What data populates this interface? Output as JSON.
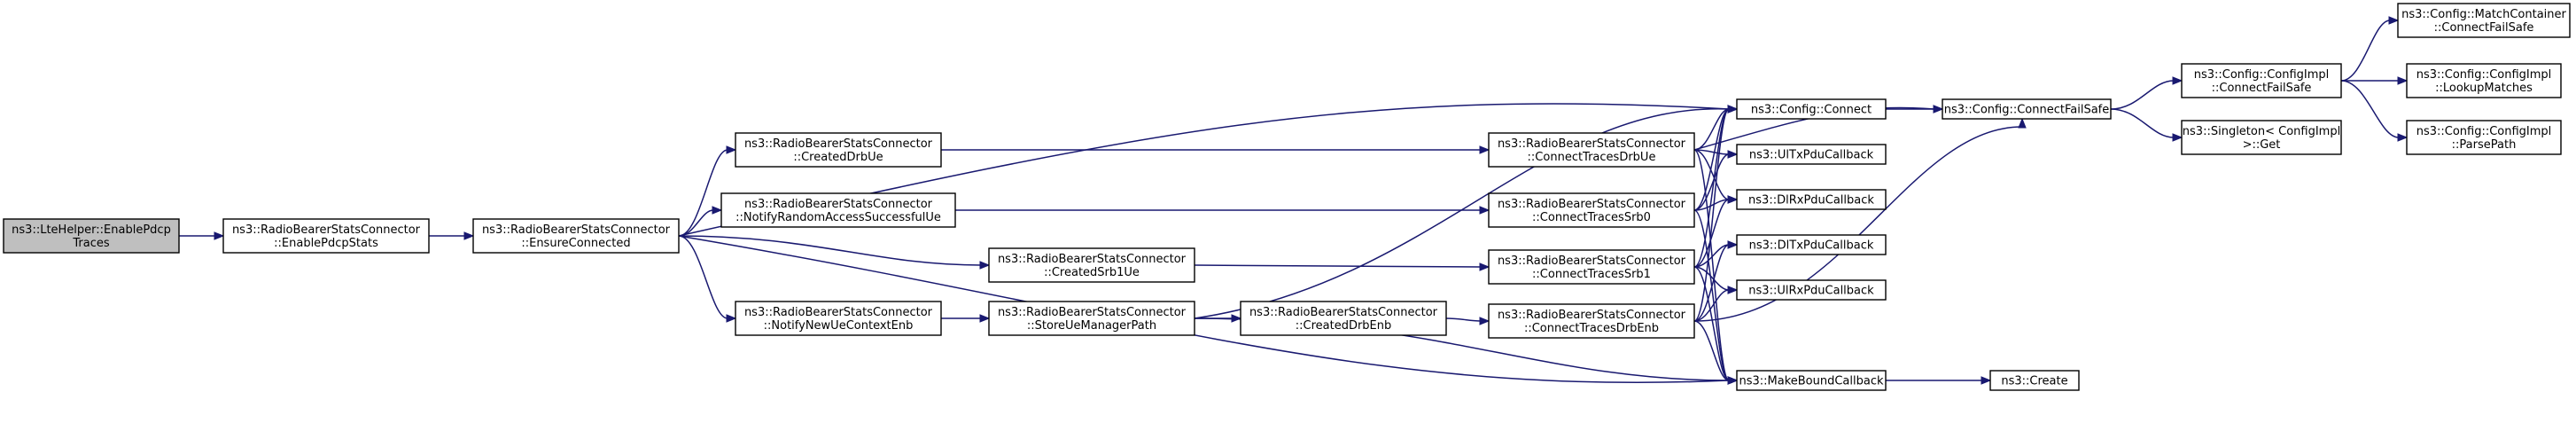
{
  "colors": {
    "root_fill": "#bfbfbf",
    "node_fill": "#ffffff",
    "border": "#000000",
    "edge": "#191970"
  },
  "nodes": [
    {
      "id": "n_enable_pdcp_traces",
      "lines": [
        "ns3::LteHelper::EnablePdcp",
        "Traces"
      ],
      "root": true
    },
    {
      "id": "n_enable_pdcp_stats",
      "lines": [
        "ns3::RadioBearerStatsConnector",
        "::EnablePdcpStats"
      ]
    },
    {
      "id": "n_ensure_connected",
      "lines": [
        "ns3::RadioBearerStatsConnector",
        "::EnsureConnected"
      ]
    },
    {
      "id": "n_created_drb_ue",
      "lines": [
        "ns3::RadioBearerStatsConnector",
        "::CreatedDrbUe"
      ]
    },
    {
      "id": "n_notify_rasu",
      "lines": [
        "ns3::RadioBearerStatsConnector",
        "::NotifyRandomAccessSuccessfulUe"
      ]
    },
    {
      "id": "n_notify_new_ue",
      "lines": [
        "ns3::RadioBearerStatsConnector",
        "::NotifyNewUeContextEnb"
      ]
    },
    {
      "id": "n_created_srb1_ue",
      "lines": [
        "ns3::RadioBearerStatsConnector",
        "::CreatedSrb1Ue"
      ]
    },
    {
      "id": "n_store_ue_manager",
      "lines": [
        "ns3::RadioBearerStatsConnector",
        "::StoreUeManagerPath"
      ]
    },
    {
      "id": "n_created_drb_enb",
      "lines": [
        "ns3::RadioBearerStatsConnector",
        "::CreatedDrbEnb"
      ]
    },
    {
      "id": "n_ct_drb_ue",
      "lines": [
        "ns3::RadioBearerStatsConnector",
        "::ConnectTracesDrbUe"
      ]
    },
    {
      "id": "n_ct_srb0",
      "lines": [
        "ns3::RadioBearerStatsConnector",
        "::ConnectTracesSrb0"
      ]
    },
    {
      "id": "n_ct_srb1",
      "lines": [
        "ns3::RadioBearerStatsConnector",
        "::ConnectTracesSrb1"
      ]
    },
    {
      "id": "n_ct_drb_enb",
      "lines": [
        "ns3::RadioBearerStatsConnector",
        "::ConnectTracesDrbEnb"
      ]
    },
    {
      "id": "n_config_connect",
      "lines": [
        "ns3::Config::Connect"
      ]
    },
    {
      "id": "n_ul_tx",
      "lines": [
        "ns3::UlTxPduCallback"
      ]
    },
    {
      "id": "n_dl_rx",
      "lines": [
        "ns3::DlRxPduCallback"
      ]
    },
    {
      "id": "n_dl_tx",
      "lines": [
        "ns3::DlTxPduCallback"
      ]
    },
    {
      "id": "n_ul_rx",
      "lines": [
        "ns3::UlRxPduCallback"
      ]
    },
    {
      "id": "n_make_bound",
      "lines": [
        "ns3::MakeBoundCallback"
      ]
    },
    {
      "id": "n_create",
      "lines": [
        "ns3::Create"
      ]
    },
    {
      "id": "n_connect_failsafe",
      "lines": [
        "ns3::Config::ConnectFailSafe"
      ]
    },
    {
      "id": "n_configimpl_failsafe",
      "lines": [
        "ns3::Config::ConfigImpl",
        "::ConnectFailSafe"
      ]
    },
    {
      "id": "n_singleton_get",
      "lines": [
        "ns3::Singleton< ConfigImpl",
        " >::Get"
      ]
    },
    {
      "id": "n_match_container",
      "lines": [
        "ns3::Config::MatchContainer",
        "::ConnectFailSafe"
      ]
    },
    {
      "id": "n_lookup_matches",
      "lines": [
        "ns3::Config::ConfigImpl",
        "::LookupMatches"
      ]
    },
    {
      "id": "n_parse_path",
      "lines": [
        "ns3::Config::ConfigImpl",
        "::ParsePath"
      ]
    }
  ],
  "edges": [
    {
      "from": "n_enable_pdcp_traces",
      "to": "n_enable_pdcp_stats"
    },
    {
      "from": "n_enable_pdcp_stats",
      "to": "n_ensure_connected"
    },
    {
      "from": "n_ensure_connected",
      "to": "n_config_connect"
    },
    {
      "from": "n_ensure_connected",
      "to": "n_created_drb_ue"
    },
    {
      "from": "n_ensure_connected",
      "to": "n_notify_rasu"
    },
    {
      "from": "n_ensure_connected",
      "to": "n_created_srb1_ue"
    },
    {
      "from": "n_ensure_connected",
      "to": "n_notify_new_ue"
    },
    {
      "from": "n_ensure_connected",
      "to": "n_make_bound"
    },
    {
      "from": "n_created_drb_ue",
      "to": "n_ct_drb_ue"
    },
    {
      "from": "n_notify_rasu",
      "to": "n_ct_srb0"
    },
    {
      "from": "n_notify_new_ue",
      "to": "n_store_ue_manager"
    },
    {
      "from": "n_created_srb1_ue",
      "to": "n_ct_srb1"
    },
    {
      "from": "n_store_ue_manager",
      "to": "n_config_connect"
    },
    {
      "from": "n_store_ue_manager",
      "to": "n_created_drb_enb"
    },
    {
      "from": "n_store_ue_manager",
      "to": "n_make_bound"
    },
    {
      "from": "n_created_drb_enb",
      "to": "n_ct_drb_enb"
    },
    {
      "from": "n_ct_drb_ue",
      "to": "n_config_connect"
    },
    {
      "from": "n_ct_drb_ue",
      "to": "n_connect_failsafe"
    },
    {
      "from": "n_ct_drb_ue",
      "to": "n_ul_tx"
    },
    {
      "from": "n_ct_drb_ue",
      "to": "n_dl_rx"
    },
    {
      "from": "n_ct_drb_ue",
      "to": "n_make_bound"
    },
    {
      "from": "n_ct_srb0",
      "to": "n_config_connect"
    },
    {
      "from": "n_ct_srb0",
      "to": "n_ul_tx"
    },
    {
      "from": "n_ct_srb0",
      "to": "n_dl_rx"
    },
    {
      "from": "n_ct_srb0",
      "to": "n_make_bound"
    },
    {
      "from": "n_ct_srb1",
      "to": "n_config_connect"
    },
    {
      "from": "n_ct_srb1",
      "to": "n_dl_rx"
    },
    {
      "from": "n_ct_srb1",
      "to": "n_dl_tx"
    },
    {
      "from": "n_ct_srb1",
      "to": "n_ul_rx"
    },
    {
      "from": "n_ct_srb1",
      "to": "n_make_bound"
    },
    {
      "from": "n_ct_drb_enb",
      "to": "n_config_connect"
    },
    {
      "from": "n_ct_drb_enb",
      "to": "n_dl_tx"
    },
    {
      "from": "n_ct_drb_enb",
      "to": "n_ul_rx"
    },
    {
      "from": "n_ct_drb_enb",
      "to": "n_make_bound"
    },
    {
      "from": "n_ct_drb_enb",
      "to": "n_connect_failsafe"
    },
    {
      "from": "n_config_connect",
      "to": "n_connect_failsafe"
    },
    {
      "from": "n_make_bound",
      "to": "n_create"
    },
    {
      "from": "n_connect_failsafe",
      "to": "n_configimpl_failsafe"
    },
    {
      "from": "n_connect_failsafe",
      "to": "n_singleton_get"
    },
    {
      "from": "n_configimpl_failsafe",
      "to": "n_match_container"
    },
    {
      "from": "n_configimpl_failsafe",
      "to": "n_lookup_matches"
    },
    {
      "from": "n_configimpl_failsafe",
      "to": "n_parse_path"
    }
  ]
}
